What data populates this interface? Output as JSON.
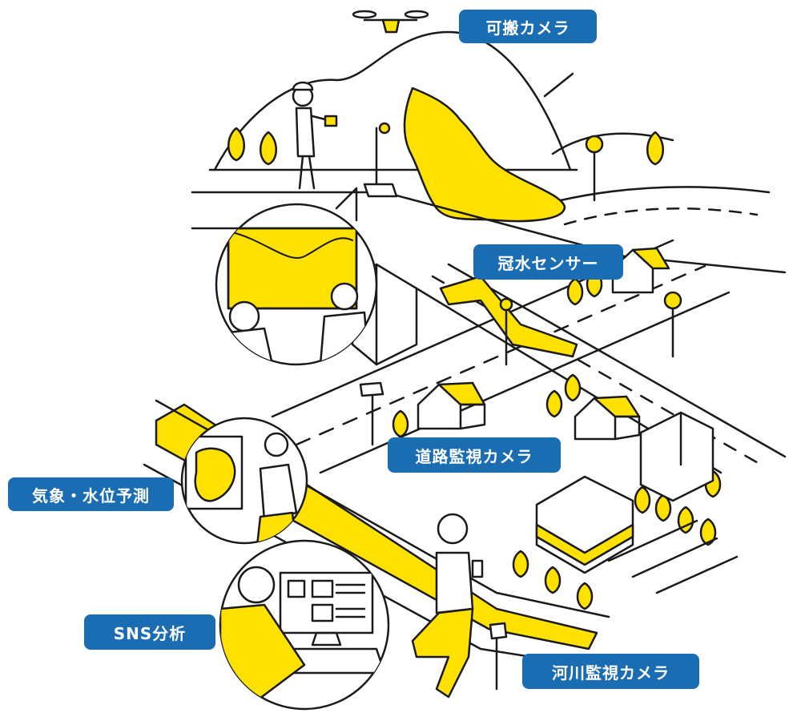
{
  "labels": {
    "portable_camera": "可搬カメラ",
    "flood_sensor": "冠水センサー",
    "road_camera": "道路監視カメラ",
    "weather_forecast": "気象・水位予測",
    "sns_analysis": "SNS分析",
    "river_camera": "河川監視カメラ"
  },
  "colors": {
    "accent_yellow": "#ffe100",
    "label_blue": "#1a6cb3",
    "line": "#1a1a1a",
    "background": "#ffffff"
  },
  "icons": [
    "drone-icon",
    "tree-icon",
    "house-icon",
    "camera-pole-icon",
    "sensor-pole-icon",
    "monitor-icon"
  ]
}
